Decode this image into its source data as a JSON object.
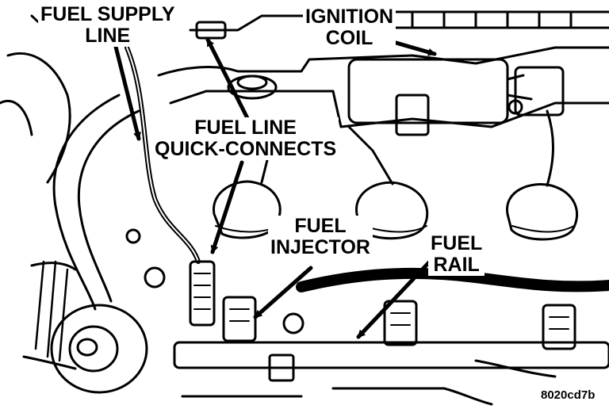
{
  "labels": {
    "fuel_supply_line": [
      "FUEL SUPPLY",
      "LINE"
    ],
    "ignition_coil": [
      "IGNITION",
      "COIL"
    ],
    "fuel_line_quick_connects": [
      "FUEL LINE",
      "QUICK-CONNECTS"
    ],
    "fuel_injector": [
      "FUEL",
      "INJECTOR"
    ],
    "fuel_rail": [
      "FUEL",
      "RAIL"
    ]
  },
  "figure_code": "8020cd7b"
}
